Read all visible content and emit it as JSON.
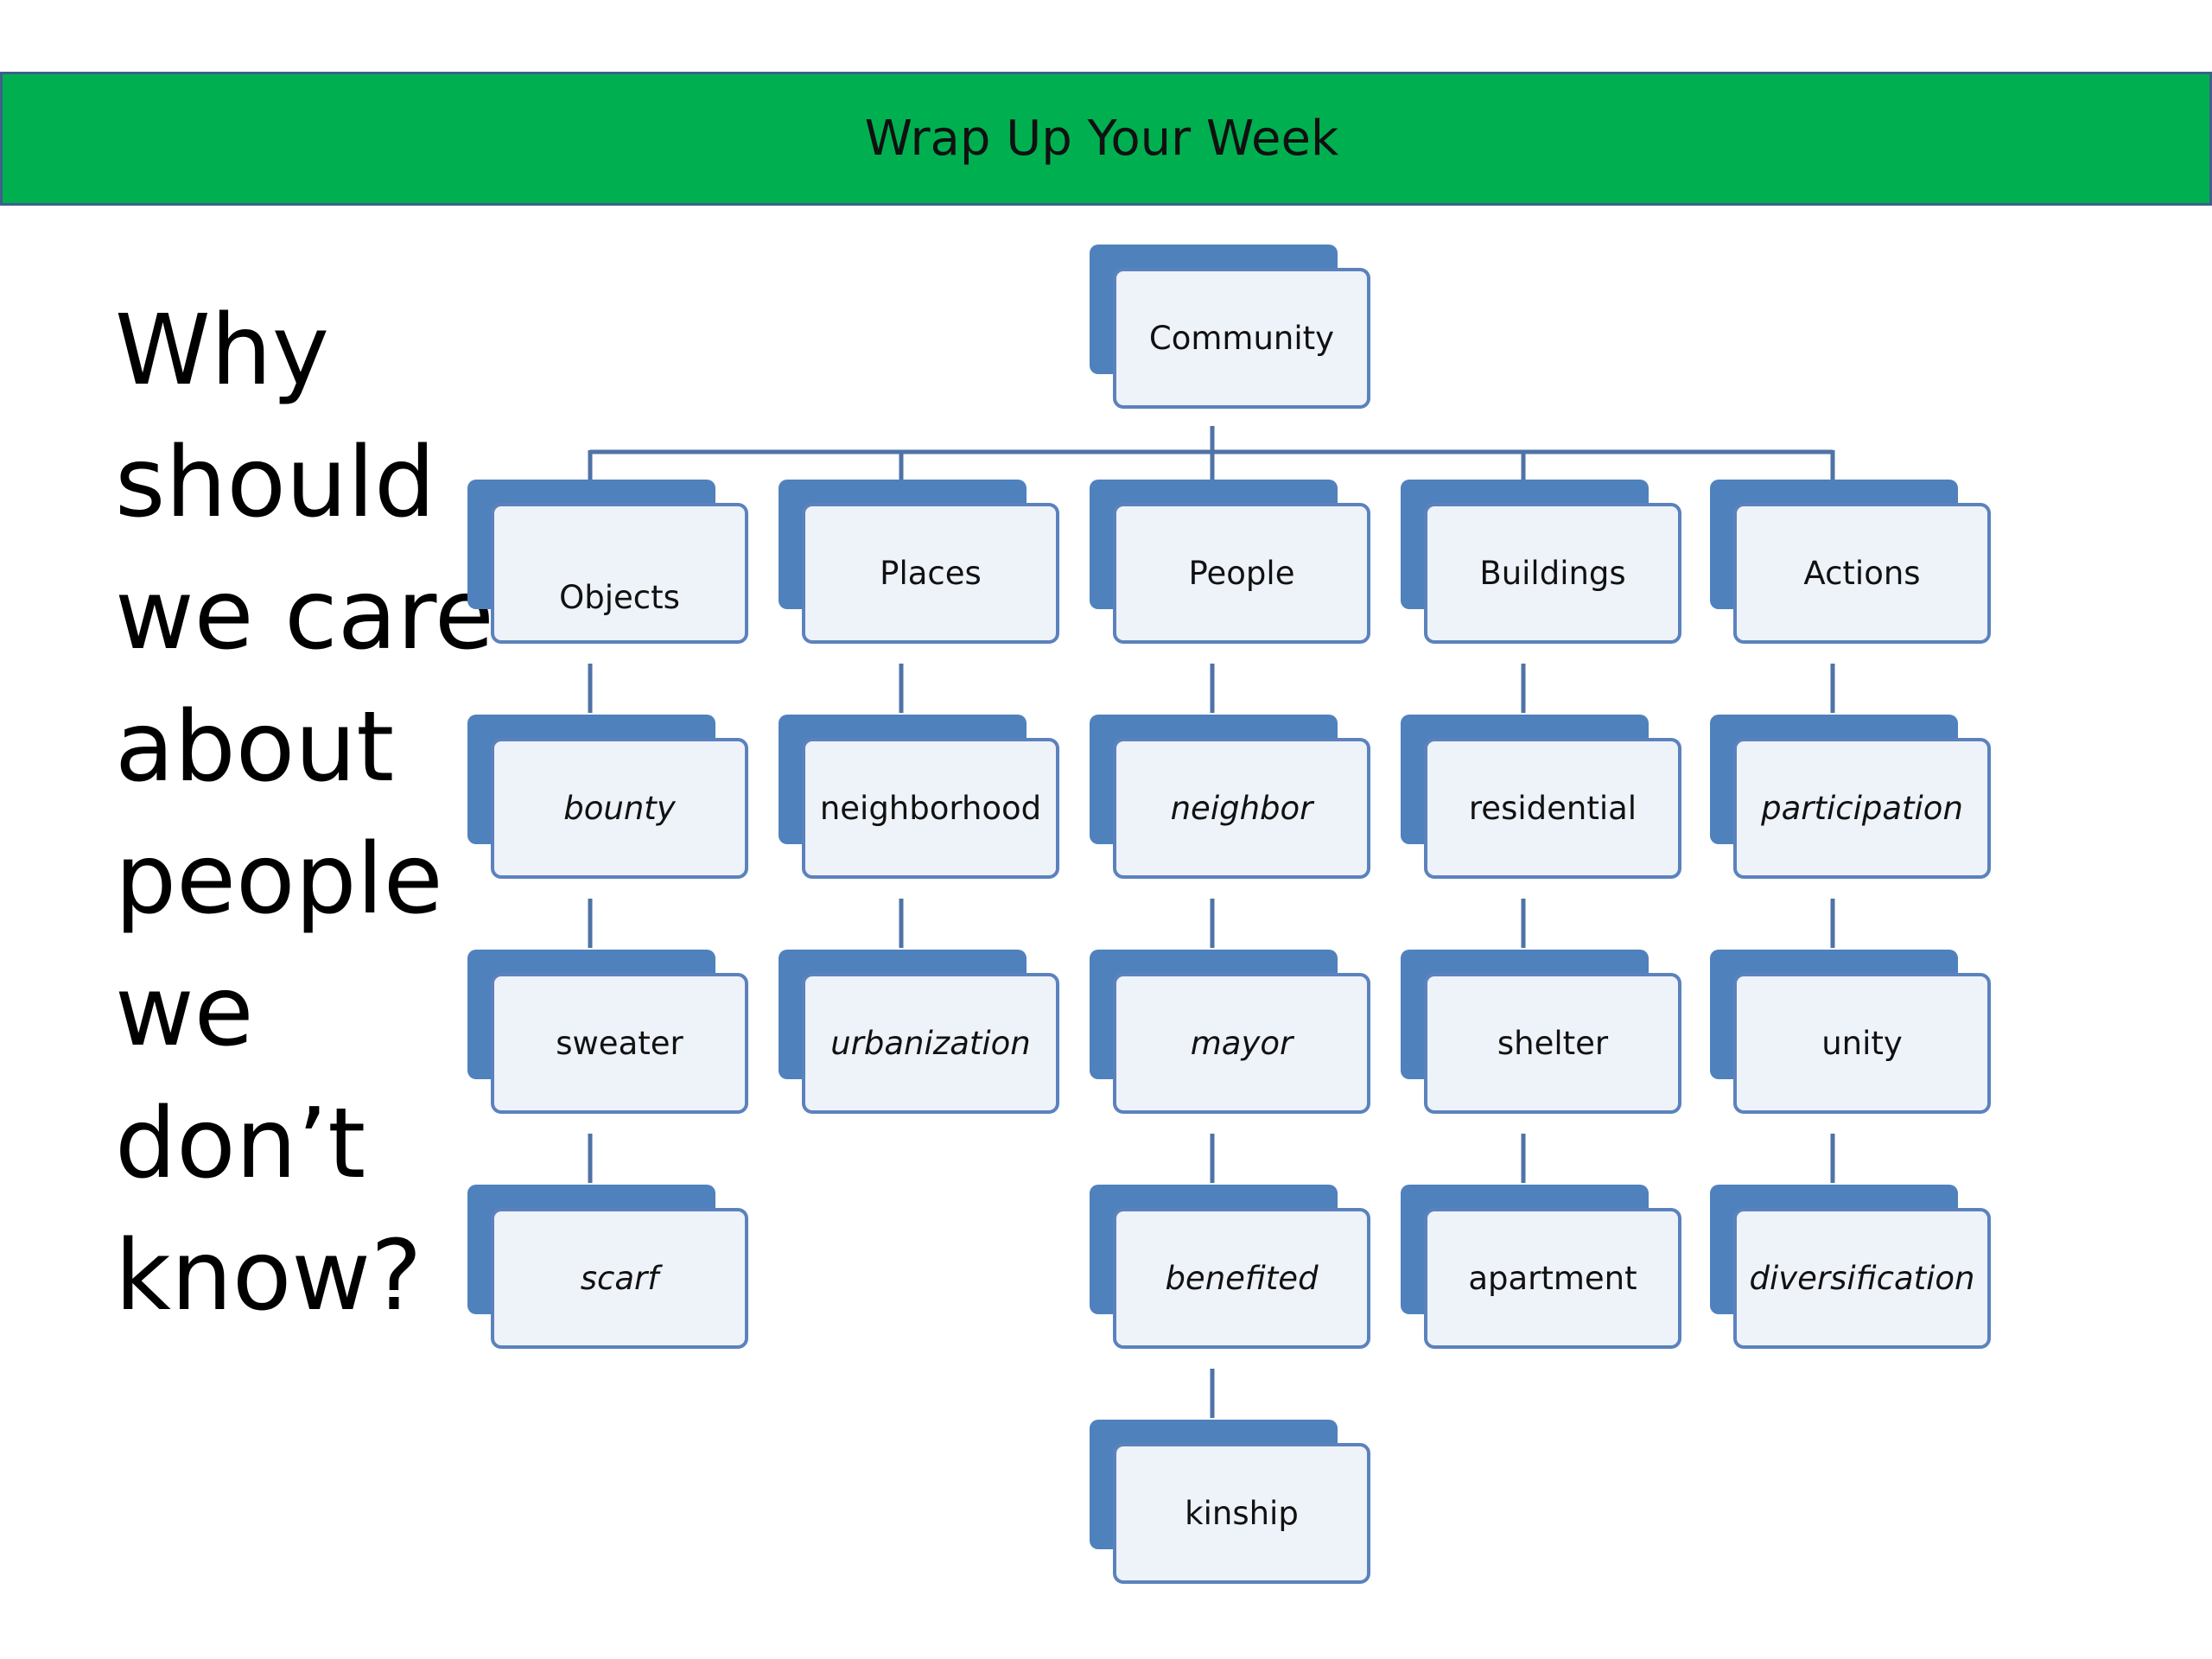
{
  "banner": {
    "title": "Wrap Up Your Week"
  },
  "question": {
    "lines": [
      "Why",
      "should",
      "we care",
      "about",
      "people",
      "we",
      "don’t",
      "know?"
    ]
  },
  "diagram": {
    "root": "Community",
    "branches": [
      {
        "category": "Objects",
        "items": [
          {
            "text": "bounty",
            "italic": true
          },
          {
            "text": "sweater",
            "italic": false
          },
          {
            "text": "scarf",
            "italic": true
          }
        ]
      },
      {
        "category": "Places",
        "items": [
          {
            "text": "neighborhood",
            "italic": false
          },
          {
            "text": "urbanization",
            "italic": true
          }
        ]
      },
      {
        "category": "People",
        "items": [
          {
            "text": "neighbor",
            "italic": true
          },
          {
            "text": "mayor",
            "italic": true
          },
          {
            "text": "benefited",
            "italic": true
          },
          {
            "text": "kinship",
            "italic": false
          }
        ]
      },
      {
        "category": "Buildings",
        "items": [
          {
            "text": "residential",
            "italic": false
          },
          {
            "text": "shelter",
            "italic": false
          },
          {
            "text": "apartment",
            "italic": false
          }
        ]
      },
      {
        "category": "Actions",
        "items": [
          {
            "text": "participation",
            "italic": true
          },
          {
            "text": "unity",
            "italic": false
          },
          {
            "text": "diversification",
            "italic": true
          }
        ]
      }
    ]
  },
  "colors": {
    "banner": "#00b050",
    "node_back": "#4f81bd",
    "node_front": "#eef2f9",
    "node_border": "#5b82bd",
    "connector": "#4f73a6"
  }
}
